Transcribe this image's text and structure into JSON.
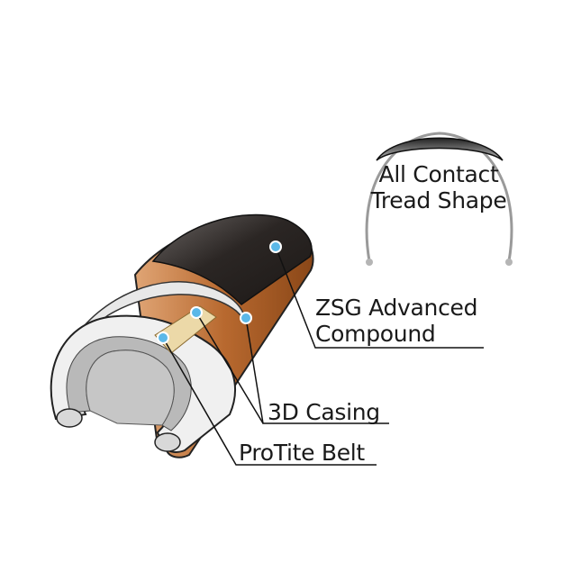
{
  "labels": {
    "tread_shape": [
      "All Contact",
      "Tread Shape"
    ],
    "compound": [
      "ZSG Advanced",
      "Compound"
    ],
    "casing": "3D Casing",
    "belt": "ProTite Belt"
  },
  "colors": {
    "tread": "#2a2624",
    "casing": "#a8602c",
    "inner": "#c9c9c9",
    "belt": "#ecd9a8",
    "marker": "#5bb8e8"
  }
}
